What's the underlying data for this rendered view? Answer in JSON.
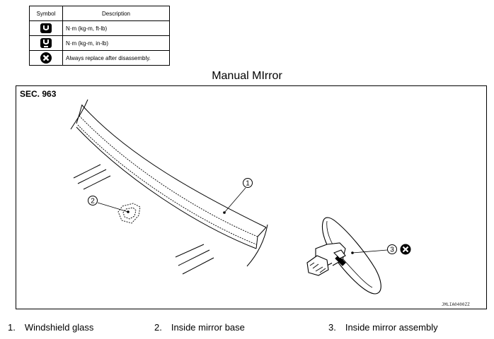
{
  "legend": {
    "header_symbol": "Symbol",
    "header_description": "Description",
    "rows": [
      {
        "icon": "torque-wrench-icon",
        "description": "N·m (kg-m, ft-lb)"
      },
      {
        "icon": "torque-wrench-small-icon",
        "description": "N·m (kg-m, in-lb)"
      },
      {
        "icon": "replace-x-icon",
        "description": "Always replace after disassembly."
      }
    ]
  },
  "figure": {
    "title": "Manual MIrror",
    "section": "SEC. 963",
    "code": "JMLIA0400ZZ",
    "callouts": [
      "1",
      "2",
      "3"
    ]
  },
  "parts": [
    {
      "num": "1.",
      "label": "Windshield glass"
    },
    {
      "num": "2.",
      "label": "Inside mirror base"
    },
    {
      "num": "3.",
      "label": "Inside mirror assembly"
    }
  ]
}
